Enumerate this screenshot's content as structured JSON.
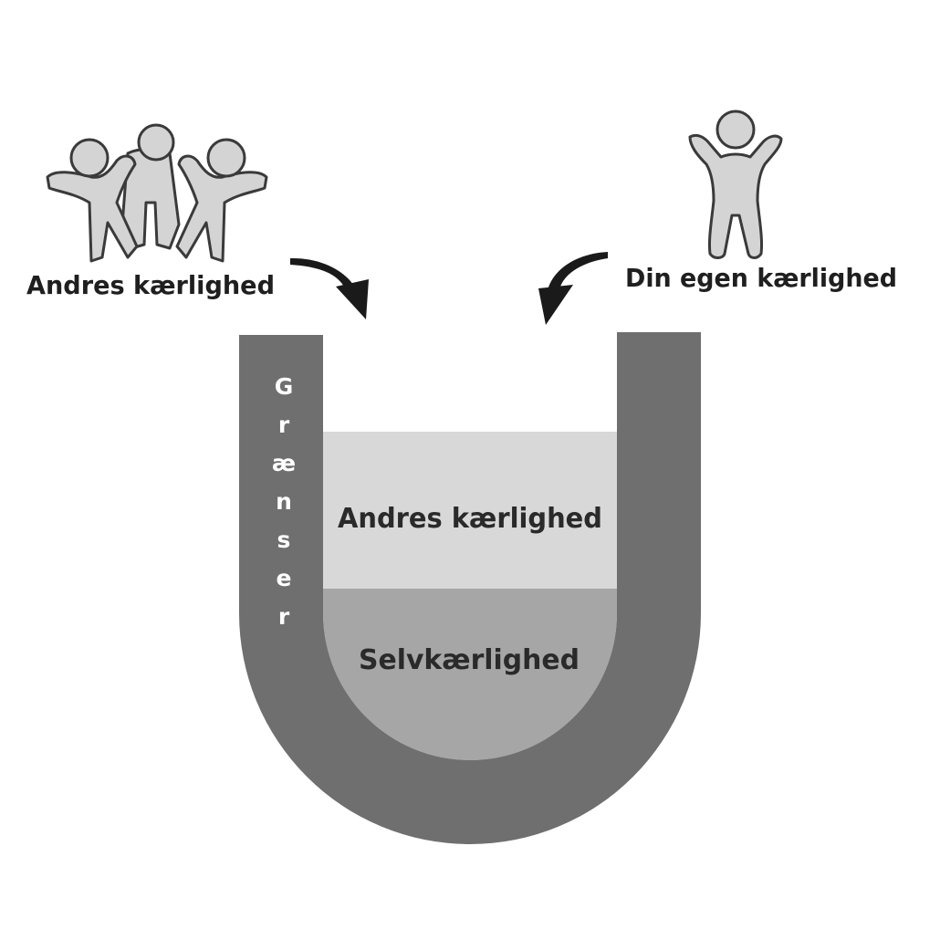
{
  "labels": {
    "others_love_outer": "Andres kærlighed",
    "own_love_outer": "Din egen kærlighed",
    "others_love_inner": "Andres kærlighed",
    "self_love_inner": "Selvkærlighed",
    "boundaries_letters": [
      "G",
      "r",
      "æ",
      "n",
      "s",
      "e",
      "r"
    ]
  },
  "colors": {
    "vessel_wall": "#6f6f6f",
    "layer_top": "#d8d8d8",
    "layer_bottom": "#a6a6a6",
    "figure_fill": "#d4d4d4",
    "figure_stroke": "#3a3a3a",
    "arrow": "#1a1a1a"
  },
  "icons": {
    "group": "group-of-people-icon",
    "single": "single-person-icon",
    "arrow": "curved-arrow-icon"
  }
}
